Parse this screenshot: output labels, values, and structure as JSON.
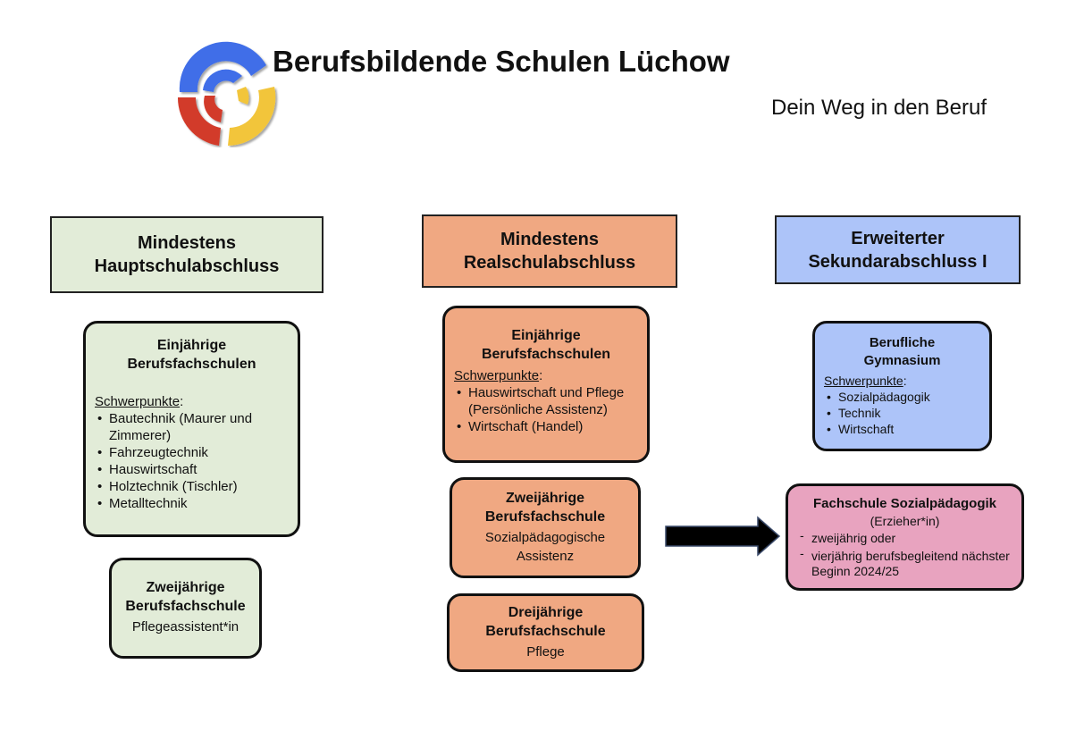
{
  "header": {
    "title": "Berufsbildende Schulen Lüchow",
    "subtitle": "Dein Weg in den Beruf",
    "logo_colors": {
      "blue": "#3f6ee8",
      "red": "#d23a2a",
      "yellow": "#f2c53a"
    }
  },
  "columns": [
    {
      "heading_line1": "Mindestens",
      "heading_line2": "Hauptschulabschluss",
      "color": "#e2ecd8",
      "cards": [
        {
          "title_line1": "Einjährige",
          "title_line2": "Berufsfachschulen",
          "focus_label": "Schwerpunkte",
          "items": [
            "Bautechnik (Maurer und Zimmerer)",
            "Fahrzeugtechnik",
            "Hauswirtschaft",
            "Holztechnik (Tischler)",
            "Metalltechnik"
          ]
        },
        {
          "title_line1": "Zweijährige",
          "title_line2": "Berufsfachschule",
          "subtitle": "Pflegeassistent*in"
        }
      ]
    },
    {
      "heading_line1": "Mindestens",
      "heading_line2": "Realschulabschluss",
      "color": "#f0a882",
      "cards": [
        {
          "title_line1": "Einjährige",
          "title_line2": "Berufsfachschulen",
          "focus_label": "Schwerpunkte",
          "items": [
            "Hauswirtschaft und Pflege (Persönliche Assistenz)",
            "Wirtschaft (Handel)"
          ]
        },
        {
          "title_line1": "Zweijährige",
          "title_line2": "Berufsfachschule",
          "subtitle_line1": "Sozialpädagogische",
          "subtitle_line2": "Assistenz"
        },
        {
          "title_line1": "Dreijährige",
          "title_line2": "Berufsfachschule",
          "subtitle": "Pflege"
        }
      ]
    },
    {
      "heading_line1": "Erweiterter",
      "heading_line2": "Sekundarabschluss I",
      "color": "#adc4f9",
      "cards": [
        {
          "title_line1": "Berufliche",
          "title_line2": "Gymnasium",
          "focus_label": "Schwerpunkte",
          "items": [
            "Sozialpädagogik",
            "Technik",
            "Wirtschaft"
          ]
        },
        {
          "title": "Fachschule Sozialpädagogik",
          "subtitle": "(Erzieher*in)",
          "color": "#e8a3bf",
          "items": [
            "zweijährig oder",
            "vierjährig berufsbegleitend nächster Beginn 2024/25"
          ]
        }
      ]
    }
  ],
  "connector": {
    "from": "Zweijährige Berufsfachschule – Sozialpädagogische Assistenz",
    "to": "Fachschule Sozialpädagogik"
  }
}
